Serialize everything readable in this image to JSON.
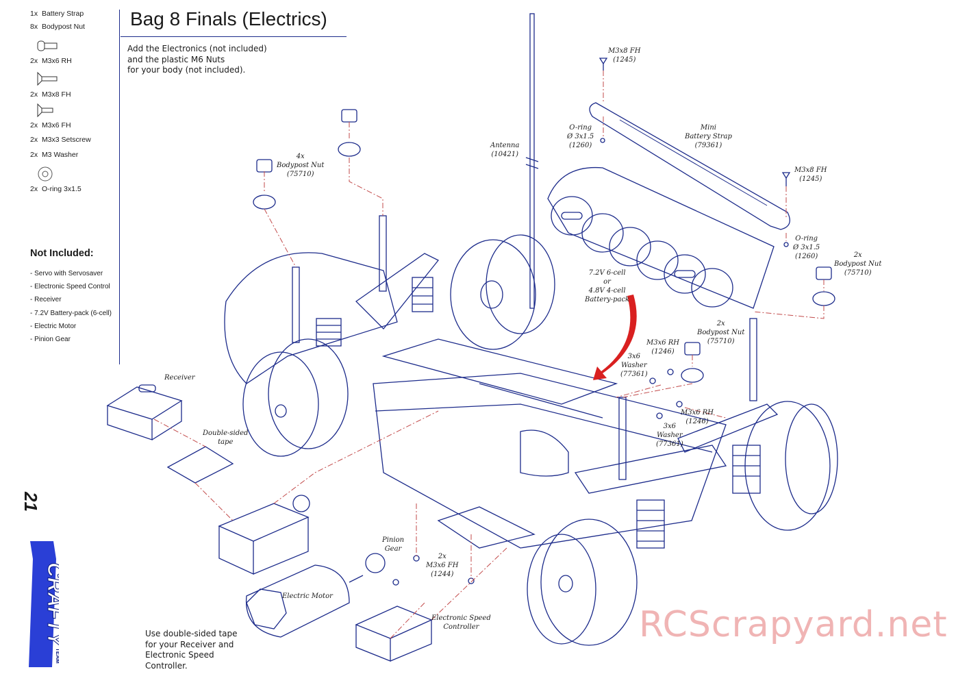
{
  "parts_list": [
    {
      "qty": "1x",
      "name": "Battery Strap"
    },
    {
      "qty": "8x",
      "name": "Bodypost Nut"
    },
    {
      "qty": "2x",
      "name": "M3x6 RH"
    },
    {
      "qty": "2x",
      "name": "M3x8 FH"
    },
    {
      "qty": "2x",
      "name": "M3x6 FH"
    },
    {
      "qty": "2x",
      "name": "M3x3 Setscrew"
    },
    {
      "qty": "2x",
      "name": "M3 Washer"
    },
    {
      "qty": "2x",
      "name": "O-ring 3x1.5"
    }
  ],
  "title": "Bag 8 Finals (Electrics)",
  "intro": [
    "Add the Electronics (not included)",
    "and the plastic M6 Nuts",
    "for your body (not included)."
  ],
  "not_included": {
    "heading": "Not Included:",
    "items": [
      "- Servo with Servosaver",
      "- Electronic Speed Control",
      "- Receiver",
      "- 7.2V Battery-pack (6-cell)",
      "- Electric Motor",
      "- Pinion Gear"
    ]
  },
  "page_number": "21",
  "logo_text": "TEAM CRAFTY",
  "tape_note": [
    "Use double-sided tape",
    "for your Receiver and",
    "Electronic Speed",
    "Controller."
  ],
  "watermark": "RCScrapyard.net",
  "labels": {
    "bodypost_nut_left": [
      "4x",
      "Bodypost Nut",
      "(75710)"
    ],
    "antenna": [
      "Antenna",
      "(10421)"
    ],
    "m3x8_top": [
      "M3x8 FH",
      "(1245)"
    ],
    "oring_top": [
      "O-ring",
      "Ø 3x1.5",
      "(1260)"
    ],
    "battery_strap": [
      "Mini",
      "Battery Strap",
      "(79361)"
    ],
    "m3x8_right": [
      "M3x8 FH",
      "(1245)"
    ],
    "oring_right": [
      "O-ring",
      "Ø 3x1.5",
      "(1260)"
    ],
    "bodypost_nut_right": [
      "2x",
      "Bodypost Nut",
      "(75710)"
    ],
    "battery_pack": [
      "7.2V 6-cell",
      "or",
      "4.8V 4-cell",
      "Battery-pack"
    ],
    "bodypost_nut_mid": [
      "2x",
      "Bodypost Nut",
      "(75710)"
    ],
    "m3x6rh_top": [
      "M3x6 RH",
      "(1246)"
    ],
    "washer_top": [
      "3x6",
      "Washer",
      "(77361)"
    ],
    "m3x6rh_bottom": [
      "M3x6 RH",
      "(1246)"
    ],
    "washer_bottom": [
      "3x6",
      "Washer",
      "(77361)"
    ],
    "receiver": [
      "Receiver"
    ],
    "tape": [
      "Double-sided",
      "tape"
    ],
    "pinion": [
      "Pinion",
      "Gear"
    ],
    "m3x6fh": [
      "2x",
      "M3x6 FH",
      "(1244)"
    ],
    "motor": [
      "Electric Motor"
    ],
    "esc": [
      "Electronic Speed",
      "Controller"
    ]
  },
  "colors": {
    "line": "#1b2a8a",
    "arrow": "#d92020",
    "watermark": "#f0b4b4"
  }
}
